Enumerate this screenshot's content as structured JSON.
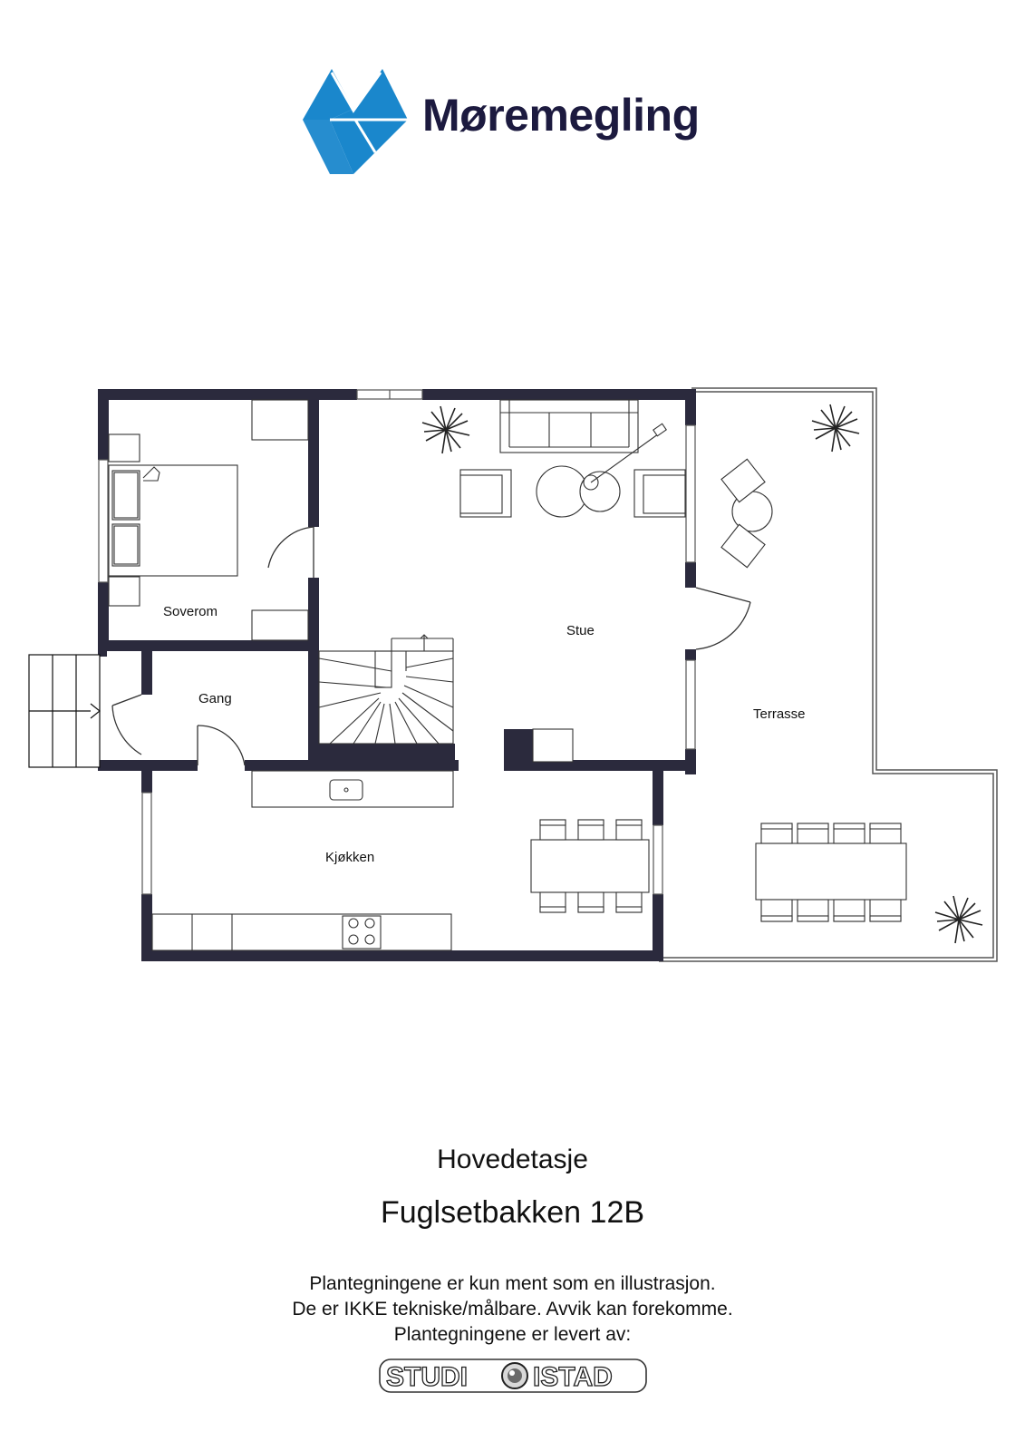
{
  "brand": {
    "name": "Møremegling",
    "icon": "diamond-logo-icon",
    "color": "#1a87cc",
    "text_color": "#1c1a3f"
  },
  "rooms": {
    "soverom": "Soverom",
    "stue": "Stue",
    "gang": "Gang",
    "kjokken": "Kjøkken",
    "terrasse": "Terrasse"
  },
  "floor_name": "Hovedetasje",
  "address": "Fuglsetbakken 12B",
  "disclaimer": {
    "line1": "Plantegningene er kun ment som en illustrasjon.",
    "line2": "De er IKKE tekniske/målbare. Avvik kan forekomme.",
    "line3": "Plantegningene er levert av:"
  },
  "studio": {
    "left": "STUDI",
    "right": "ISTAD",
    "icon": "lens-logo-icon"
  },
  "wall_color": "#2b2a3d"
}
